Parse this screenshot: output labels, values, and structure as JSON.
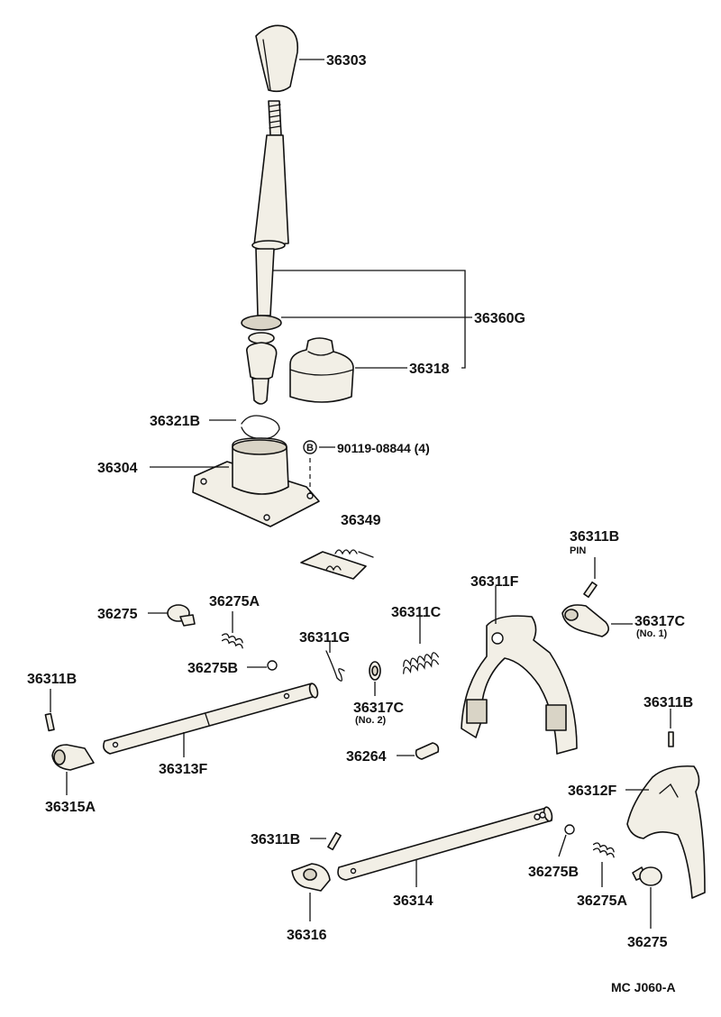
{
  "labels": {
    "p36303": "36303",
    "p36360G": "36360G",
    "p36318": "36318",
    "p36321B": "36321B",
    "p36304": "36304",
    "bolt": "90119-08844 (4)",
    "bolt_badge": "B",
    "p36349": "36349",
    "p36311B_top": "36311B",
    "pin": "PIN",
    "p36311F": "36311F",
    "p36317C_no1": "36317C",
    "no1": "(No. 1)",
    "p36275_left": "36275",
    "p36275A_left": "36275A",
    "p36275B_left": "36275B",
    "p36311G": "36311G",
    "p36311C": "36311C",
    "p36317C_no2": "36317C",
    "no2": "(No. 2)",
    "p36311B_left": "36311B",
    "p36313F": "36313F",
    "p36264": "36264",
    "p36315A": "36315A",
    "p36311B_right": "36311B",
    "p36312F": "36312F",
    "p36311B_mid": "36311B",
    "p36314": "36314",
    "p36316": "36316",
    "p36275B_right": "36275B",
    "p36275A_right": "36275A",
    "p36275_right": "36275",
    "diagram_code": "MC  J060-A"
  }
}
